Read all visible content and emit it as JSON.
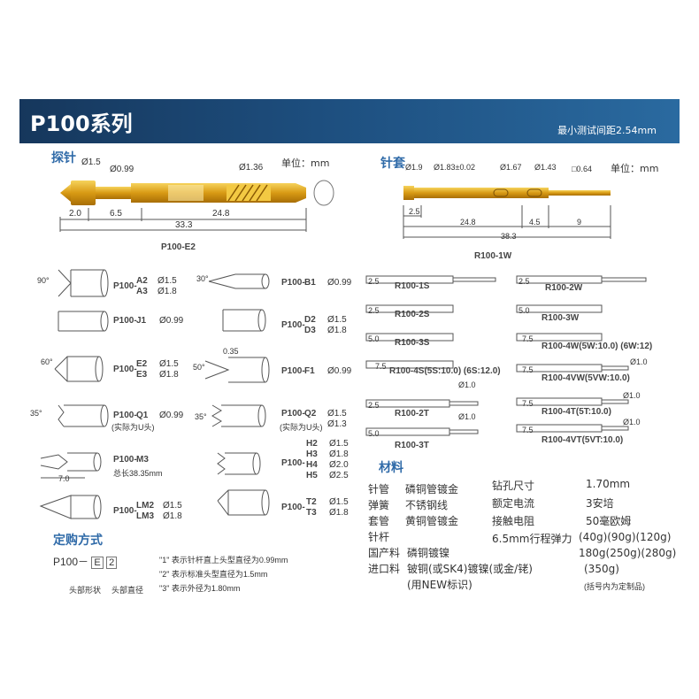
{
  "banner": {
    "title": "P100系列",
    "subtitle": "最小测试间距2.54mm"
  },
  "probe": {
    "section": "探针",
    "unit": "单位：mm",
    "d1": "Ø1.5",
    "d2": "Ø0.99",
    "d3": "Ø1.36",
    "len1": "2.0",
    "len2": "6.5",
    "len3": "24.8",
    "total": "33.3",
    "model": "P100-E2"
  },
  "receptacle": {
    "section": "针套",
    "unit": "单位：mm",
    "d1": "Ø1.9",
    "d2": "Ø1.83±0.02",
    "d3": "Ø1.67",
    "d4": "Ø1.43",
    "d5": "□0.64",
    "len1": "2.5",
    "len2": "24.8",
    "len3": "4.5",
    "len4": "9",
    "total": "38.3",
    "model": "R100-1W"
  },
  "tips": [
    {
      "prefix": "P100-",
      "codes": [
        "A2",
        "A3"
      ],
      "dias": [
        "Ø1.5",
        "Ø1.8"
      ],
      "angle": "90°"
    },
    {
      "prefix": "P100-",
      "codes": [
        "B1"
      ],
      "dias": [
        "Ø0.99"
      ],
      "angle": "30°"
    },
    {
      "prefix": "P100-",
      "codes": [
        "J1"
      ],
      "dias": [
        "Ø0.99"
      ]
    },
    {
      "prefix": "P100-",
      "codes": [
        "D2",
        "D3"
      ],
      "dias": [
        "Ø1.5",
        "Ø1.8"
      ]
    },
    {
      "prefix": "P100-",
      "codes": [
        "E2",
        "E3"
      ],
      "dias": [
        "Ø1.5",
        "Ø1.8"
      ],
      "angle": "60°"
    },
    {
      "prefix": "P100-",
      "codes": [
        "F1"
      ],
      "dias": [
        "Ø0.99"
      ],
      "angle": "50°",
      "extra": "0.35"
    },
    {
      "prefix": "P100-",
      "codes": [
        "Q1"
      ],
      "dias": [
        "Ø0.99"
      ],
      "angle": "35°",
      "note": "(实际为U头)"
    },
    {
      "prefix": "P100-",
      "codes": [
        "Q2"
      ],
      "dias": [
        "Ø1.5",
        "Ø1.3"
      ],
      "angle": "35°",
      "note": "(实际为U头)"
    },
    {
      "prefix": "P100-",
      "codes": [
        "M3"
      ],
      "dias": [],
      "note": "总长38.35mm",
      "dimlen": "7.0"
    },
    {
      "prefix": "P100-",
      "codes": [
        "H2",
        "H3",
        "H4",
        "H5"
      ],
      "dias": [
        "Ø1.5",
        "Ø1.8",
        "Ø2.0",
        "Ø2.5"
      ]
    },
    {
      "prefix": "P100-",
      "codes": [
        "LM2",
        "LM3"
      ],
      "dias": [
        "Ø1.5",
        "Ø1.8"
      ]
    },
    {
      "prefix": "P100-",
      "codes": [
        "T2",
        "T3"
      ],
      "dias": [
        "Ø1.5",
        "Ø1.8"
      ]
    }
  ],
  "order": {
    "section": "定购方式",
    "prefix": "P100－",
    "box1": "E",
    "box2": "2",
    "lines": [
      "\"1\" 表示针杆直上头型直径为0.99mm",
      "\"2\" 表示标准头型直径为1.5mm",
      "\"3\" 表示外径为1.80mm"
    ],
    "label1": "头部形状",
    "label2": "头部直径"
  },
  "receptacles": [
    {
      "dim": "2.5",
      "label": "R100-1S"
    },
    {
      "dim": "2.5",
      "label": "R100-2W"
    },
    {
      "dim": "2.5",
      "label": "R100-2S"
    },
    {
      "dim": "5.0",
      "label": "R100-3W"
    },
    {
      "dim": "5.0",
      "label": "R100-3S"
    },
    {
      "dim": "7.5",
      "label": "R100-4W(5W:10.0) (6W:12)"
    },
    {
      "dim": "7.5",
      "label": "R100-4S(5S:10.0) (6S:12.0)"
    },
    {
      "dim": "7.5",
      "label": "R100-4VW(5VW:10.0)",
      "dia": "Ø1.0"
    },
    {
      "dim": "2.5",
      "label": "R100-2T",
      "dia": "Ø1.0"
    },
    {
      "dim": "7.5",
      "label": "R100-4T(5T:10.0)",
      "dia": "Ø1.0"
    },
    {
      "dim": "5.0",
      "label": "R100-3T",
      "dia": "Ø1.0"
    },
    {
      "dim": "7.5",
      "label": "R100-4VT(5VT:10.0)",
      "dia": "Ø1.0"
    }
  ],
  "materials": {
    "section": "材料",
    "left": [
      {
        "k": "针管",
        "v": "磷铜管镀金"
      },
      {
        "k": "弹簧",
        "v": "不锈钢线"
      },
      {
        "k": "套管",
        "v": "黄铜管镀金"
      },
      {
        "k": "针杆",
        "v": ""
      },
      {
        "k": "国产料",
        "v": "磷铜镀镍"
      },
      {
        "k": "进口料",
        "v": "铍铜(或SK4)镀镍(或金/铑)"
      },
      {
        "k": "",
        "v": "(用NEW标识)"
      }
    ],
    "mid": [
      "钻孔尺寸",
      "额定电流",
      "接触电阻",
      "6.5mm行程弹力"
    ],
    "right": [
      "1.70mm",
      "3安培",
      "50毫欧姆",
      "(40g)(90g)(120g)",
      "180g(250g)(280g)",
      "(350g)",
      "(括号内为定制品)"
    ]
  },
  "colors": {
    "gold": "#d9a21b",
    "goldLight": "#f3cf58",
    "banner": "#1d4e7e",
    "accent": "#2f6aa8"
  }
}
